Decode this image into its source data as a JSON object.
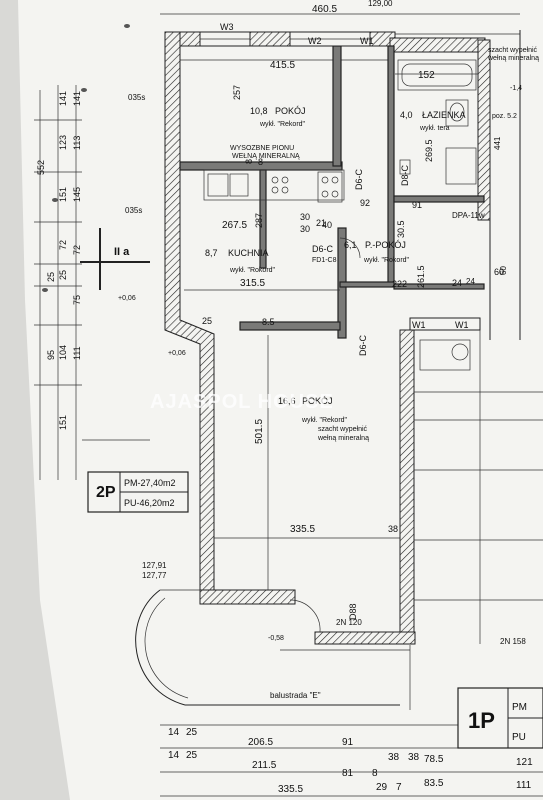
{
  "watermark": "AJASPOL HOUSE",
  "rooms": [
    {
      "id": "pokoj-top",
      "area": "10,8",
      "name": "POKÓJ",
      "floor": "wykł. \"Rekord\""
    },
    {
      "id": "lazienka",
      "area": "4,0",
      "name": "ŁAZIENKA",
      "floor": "wykł. tera"
    },
    {
      "id": "kuchnia",
      "area": "8,7",
      "name": "KUCHNIA",
      "floor": "wykł. \"Rokord\""
    },
    {
      "id": "p-pokoj",
      "area": "6,1",
      "name": "P.-POKÓJ",
      "floor": "wykł. \"Rokord\""
    },
    {
      "id": "pokoj-main",
      "area": "16,6",
      "name": "POKÓJ",
      "floor": "wykł. \"Rekord\""
    }
  ],
  "notes": {
    "fill_top": "WYSOZBNE PIONU",
    "fill_top2": "WEŁNĄ MINERALNĄ",
    "fill_main": "szacht wypełnić",
    "fill_main2": "wełną mineralną",
    "balustrada": "balustrada \"E\"",
    "szacht_right": "szacht wypełnić",
    "szacht_right2": "wełną mineralną"
  },
  "doors": {
    "d6c_top": "D6-C",
    "d8c": "D8-C",
    "d6c_mid": "D6-C",
    "d6c_mid2": "FD1-C8",
    "d6c_low": "D6-C",
    "d8_bottom": "D88",
    "dpa": "DPA-11w"
  },
  "windows": {
    "w3": "W3",
    "w2": "W2",
    "w1": "W1",
    "w1b": "W1",
    "w1c": "W1"
  },
  "box2p": {
    "code": "2P",
    "pm": "PM-27,40m2",
    "pu": "PU-46,20m2"
  },
  "box1p": {
    "code": "1P",
    "pm": "PM",
    "pu": "PU"
  },
  "axis_label": "II a",
  "dims_top": {
    "a": "460.5",
    "b": "415.5",
    "c": "152",
    "d": "129,00"
  },
  "dims_inner": [
    "257",
    "8",
    "269.5",
    "267.5",
    "287",
    "92",
    "30",
    "315.5",
    "30.5",
    "261.5",
    "222",
    "501.5",
    "335.5",
    "38",
    "24",
    "91",
    "40",
    "30",
    "8",
    "8.5",
    "25",
    "21",
    "60"
  ],
  "dims_left_a": [
    "141",
    "123",
    "151",
    "72",
    "25",
    "104",
    "151"
  ],
  "dims_left_b": [
    "552",
    "95",
    "25"
  ],
  "dims_left_c": [
    "141",
    "113",
    "145",
    "72",
    "75",
    "111"
  ],
  "dims_right": [
    "441",
    "24",
    "60"
  ],
  "levels": [
    "035s",
    "035s",
    "+0,06",
    "+0,06",
    "-0,58",
    "-1,4"
  ],
  "dims_bottom_rows": [
    [
      "14",
      "25",
      "206.5",
      "91",
      "38",
      "78.5",
      "121"
    ],
    [
      "14",
      "25",
      "211.5",
      "81",
      "38",
      "8",
      "83.5",
      "111"
    ],
    [
      "335.5",
      "29",
      "7"
    ]
  ],
  "dim_misc": {
    "door1": "2N 120",
    "door2": "2N 158",
    "height": "127,91",
    "height2": "127,77",
    "level_box": "poz. 5.2"
  }
}
